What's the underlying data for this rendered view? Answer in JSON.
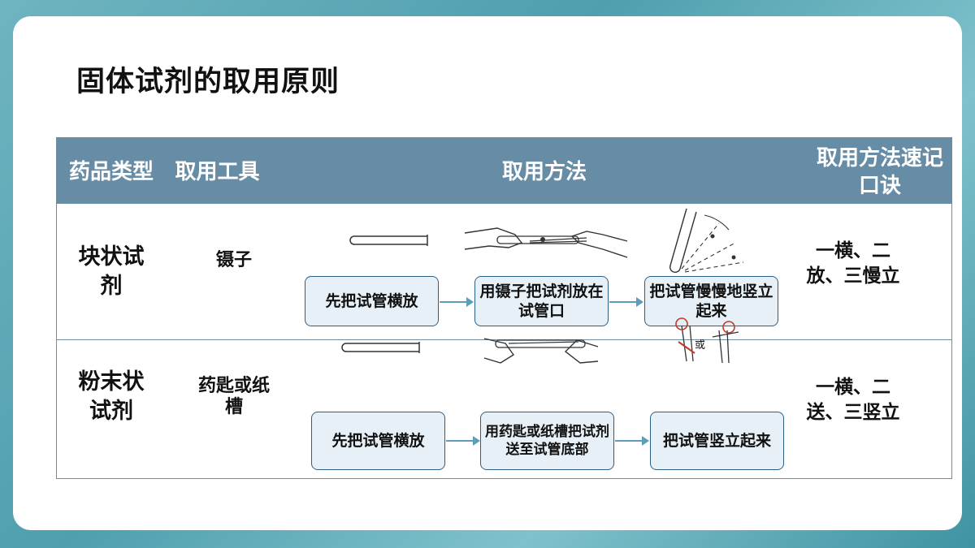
{
  "title": "固体试剂的取用原则",
  "header": {
    "type": "药品类型",
    "tool": "取用工具",
    "method": "取用方法",
    "mnemonic": "取用方法速记口诀"
  },
  "rows": [
    {
      "type": "块状试剂",
      "tool": "镊子",
      "steps": [
        "先把试管横放",
        "用镊子把试剂放在试管口",
        "把试管慢慢地竖立起来"
      ],
      "mnemonic": "一横、二放、三慢立"
    },
    {
      "type": "粉末状试剂",
      "tool": "药匙或纸槽",
      "steps": [
        "先把试管横放",
        "用药匙或纸槽把试剂送至试管底部",
        "把试管竖立起来"
      ],
      "mnemonic": "一横、二送、三竖立",
      "or_label": "或"
    }
  ],
  "icons": [
    "test-tube-icon",
    "tweezers-hands-icon",
    "tube-rising-icon",
    "spoon-hands-icon",
    "paper-trough-icon"
  ]
}
